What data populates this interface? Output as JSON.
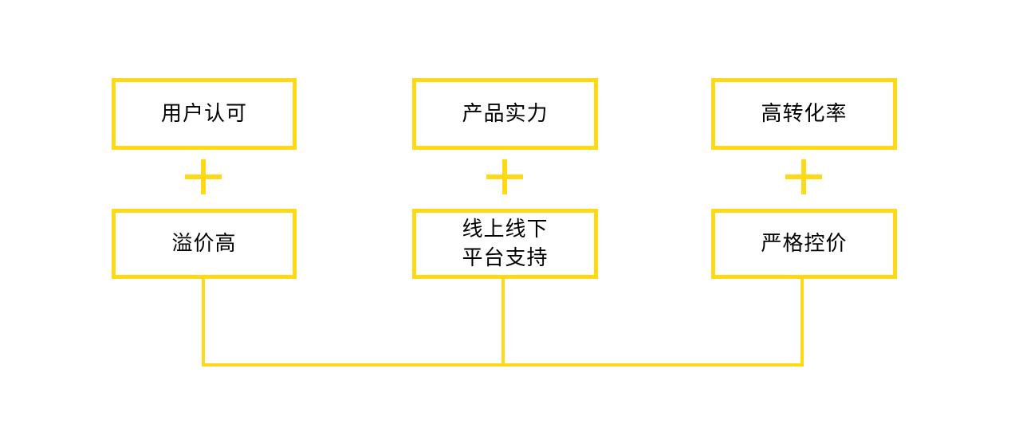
{
  "theme": {
    "accent": "#FFD916",
    "text": "#000000",
    "background": "#ffffff"
  },
  "diagram": {
    "columns": [
      {
        "top_label": "用户认可",
        "operator": "+",
        "bottom_label": "溢价高"
      },
      {
        "top_label": "产品实力",
        "operator": "+",
        "bottom_label": "线上线下\n平台支持"
      },
      {
        "top_label": "高转化率",
        "operator": "+",
        "bottom_label": "严格控价"
      }
    ],
    "connectors": {
      "vertical_count": 3,
      "horizontal_count": 1
    }
  }
}
